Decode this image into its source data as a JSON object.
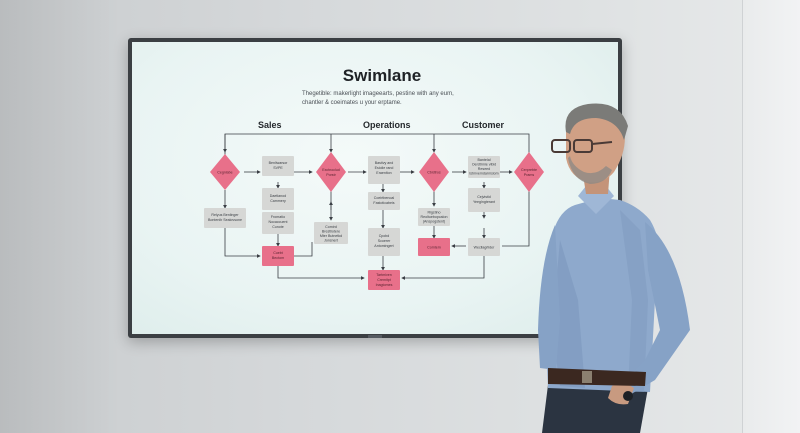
{
  "slide": {
    "title": "Swimlane",
    "subtitle_line1": "Thegetible: makerlight imageearts, pestine with any eum,",
    "subtitle_line2": "chantler & coeimates u your erptame.",
    "lanes": [
      "Sales",
      "Operations",
      "Customer"
    ]
  },
  "nodes": {
    "sales_diamond": "Cegnlabe",
    "sales_box1": [
      "Benliwarsor",
      "SVPE"
    ],
    "sales_box2": [
      "Daetlanod",
      "Cammery"
    ],
    "sales_box3": [
      "Fromatio",
      "Nocaccuent",
      "Cunote"
    ],
    "sales_box4": [
      "Relyus Benlinger",
      "Bontenib Sealovsone"
    ],
    "sales_pink": [
      "Cuebt",
      "Bectom"
    ],
    "ops_diamond": [
      "Exctnoclud",
      "Porstr"
    ],
    "ops_box1": [
      "Bastivy and",
      "Esiolie rand",
      "Eraenlton"
    ],
    "ops_box2": [
      "Coeirtbenoal",
      "Fastoticabeis"
    ],
    "ops_box3": [
      "Cornird",
      "Brestliotere",
      "Mter Butnetkd",
      "Jonsnert"
    ],
    "ops_box4": [
      "Cpobd",
      "Scoerer",
      "Antomingert"
    ],
    "ops_pink_bottom": [
      "Tartmiven",
      "Cremitpt",
      "Inagtomes"
    ],
    "cust_diamond1": "Cbidtros",
    "cust_diamond2": [
      "Cerprebte",
      "Prams"
    ],
    "cust_box1": [
      "Bantelal",
      "Oerdtrmie vlbid",
      "Reseed",
      "Istmvemdarmsiom"
    ],
    "cust_box2": [
      "Cejvistid",
      "Yeeglngterant"
    ],
    "cust_box3": [
      "Rigstino",
      "Reoltuebopcalon",
      "(Anspogstent)"
    ],
    "cust_pink": "Comtern",
    "cust_box4": "Wecllagrlider"
  },
  "colors": {
    "pink": "#e8708a",
    "pink_light": "#f09aae",
    "box_grey": "#d6d7d5",
    "connector": "#3a3e44"
  }
}
